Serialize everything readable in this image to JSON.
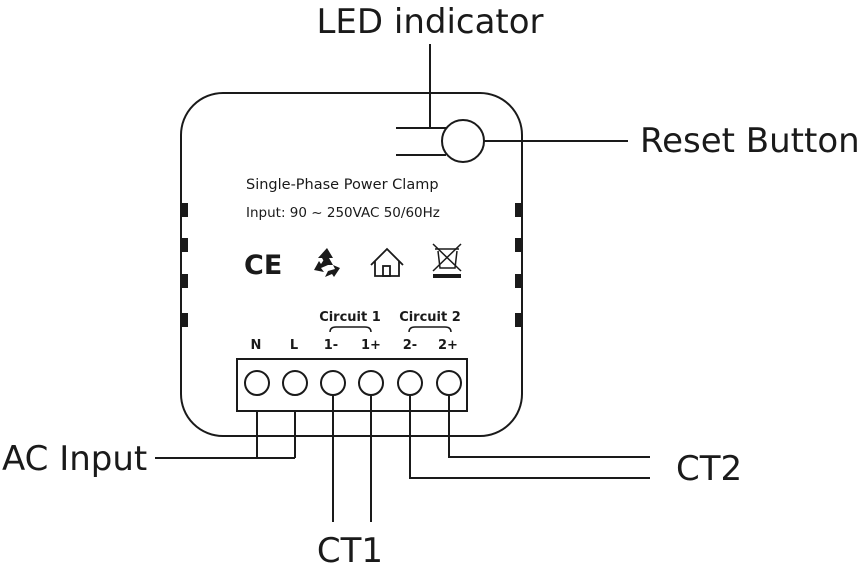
{
  "callouts": {
    "led_indicator": "LED indicator",
    "reset_button": "Reset Button",
    "ac_input": "AC Input",
    "ct1": "CT1",
    "ct2": "CT2"
  },
  "device": {
    "title": "Single-Phase Power Clamp",
    "input_spec": "Input: 90 ~ 250VAC 50/60Hz",
    "ce_mark": "CE"
  },
  "icons": [
    "ce-mark-icon",
    "recycle-icon",
    "home-icon",
    "weee-bin-icon"
  ],
  "terminals": {
    "groups": [
      {
        "label": "Circuit 1"
      },
      {
        "label": "Circuit 2"
      }
    ],
    "labels": [
      "N",
      "L",
      "1-",
      "1+",
      "2-",
      "2+"
    ]
  }
}
